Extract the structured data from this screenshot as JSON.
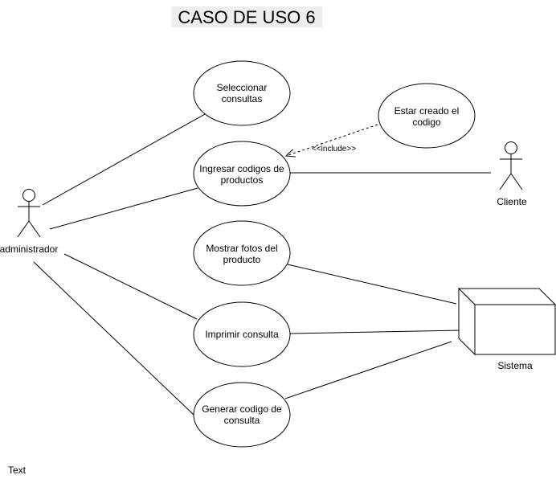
{
  "title": "CASO DE USO 6",
  "actors": {
    "administrador": "administrador",
    "cliente": "Cliente",
    "sistema": "Sistema"
  },
  "use_cases": {
    "seleccionar": [
      "Seleccionar",
      "consultas"
    ],
    "ingresar": [
      "Ingresar codigos de",
      "productos"
    ],
    "estar_creado": [
      "Estar creado el",
      "codigo"
    ],
    "mostrar": [
      "Mostrar fotos del",
      "producto"
    ],
    "imprimir": [
      "Imprimir consulta"
    ],
    "generar": [
      "Generar codigo de",
      "consulta"
    ]
  },
  "include_label": "<<include>>",
  "footer_text": "Text"
}
